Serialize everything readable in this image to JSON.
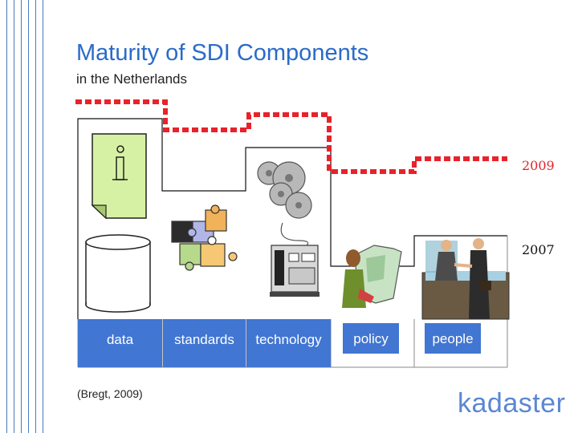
{
  "title": "Maturity of SDI Components",
  "subtitle": "in the Netherlands",
  "years": {
    "upper": "2009",
    "lower": "2007"
  },
  "components": [
    {
      "label": "data"
    },
    {
      "label": "standards"
    },
    {
      "label": "technology"
    },
    {
      "label": "policy"
    },
    {
      "label": "people"
    }
  ],
  "source": "(Bregt, 2009)",
  "logo": "kadaster",
  "colors": {
    "title": "#2a6bc8",
    "label_bar": "#4176d2",
    "dotted_line": "#e8222a",
    "logo": "#5b87d2"
  },
  "icons": [
    "info-document-icon",
    "database-cylinder-icon",
    "puzzle-pieces-icon",
    "gears-computer-icon",
    "map-person-icon",
    "handshake-people-icon"
  ]
}
